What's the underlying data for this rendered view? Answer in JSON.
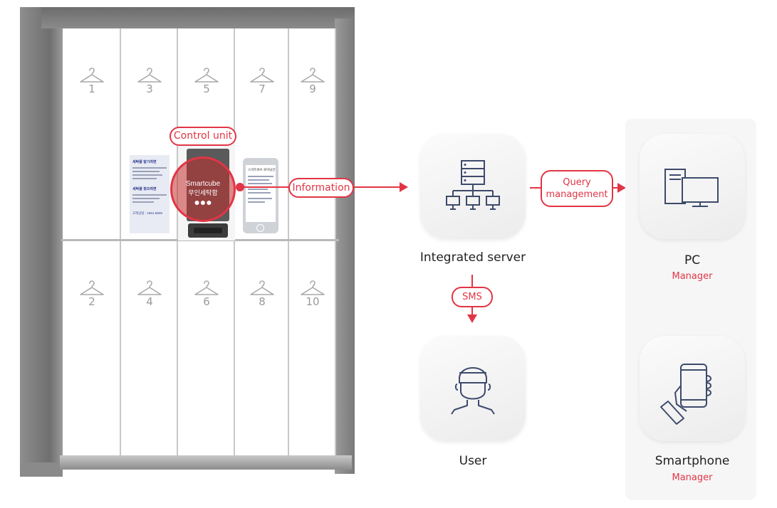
{
  "locker": {
    "door_numbers_top": [
      "1",
      "3",
      "5",
      "7",
      "9"
    ],
    "door_numbers_bottom": [
      "2",
      "4",
      "6",
      "8",
      "10"
    ],
    "screen_brand": "Smartcube",
    "screen_subtitle": "무인세탁함",
    "notice_left_title1": "세탁물 맡기려면",
    "notice_left_title2": "세탁물 찾으려면",
    "notice_left_footer": "고객상담 : 1661-5828",
    "notice_right_title": "스마트큐브 로이님안"
  },
  "labels": {
    "control_unit": "Control unit",
    "information": "Information",
    "query_line1": "Query",
    "query_line2": "management",
    "sms": "SMS"
  },
  "nodes": {
    "server": "Integrated server",
    "user": "User",
    "pc": "PC",
    "pc_role": "Manager",
    "smartphone": "Smartphone",
    "smartphone_role": "Manager"
  },
  "icons": {
    "server": "server-network-icon",
    "user": "user-icon",
    "pc": "desktop-pc-icon",
    "smartphone": "hand-smartphone-icon",
    "hanger": "clothes-hanger-icon"
  },
  "colors": {
    "accent": "#e13545",
    "icon_stroke": "#3d4a6b"
  }
}
